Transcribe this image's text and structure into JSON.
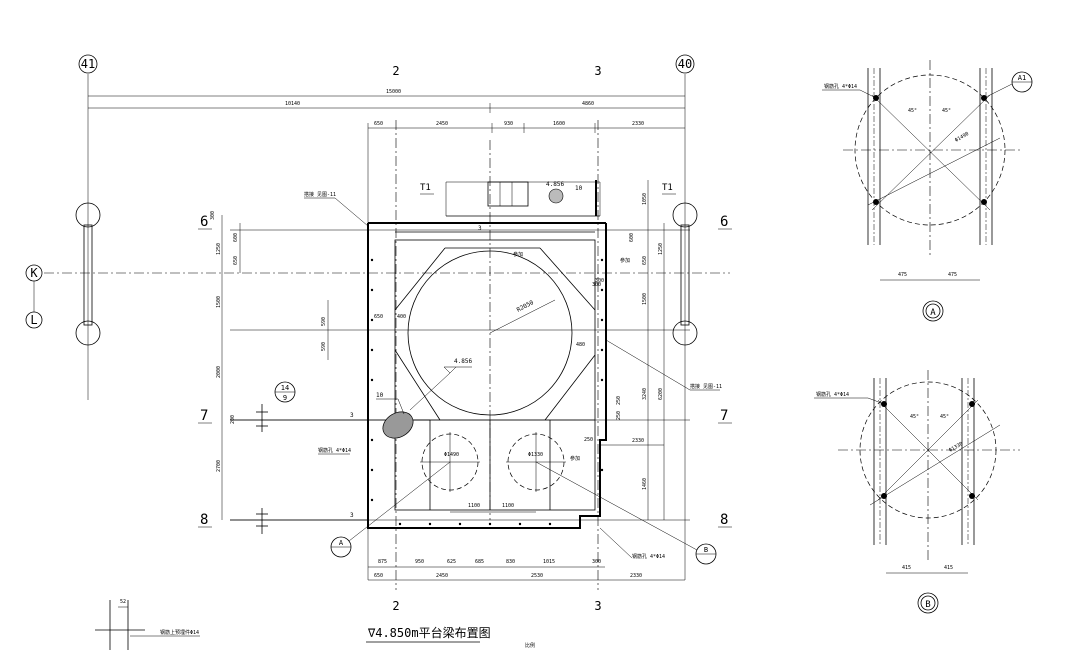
{
  "axes": {
    "col_41": "41",
    "col_40": "40",
    "col_2": "2",
    "col_3": "3",
    "row_6": "6",
    "row_7": "7",
    "row_8": "8",
    "row_K": "K",
    "row_L": "L"
  },
  "dims_top": {
    "overall": "15000",
    "left_part": "10140",
    "right_part": "4860",
    "seg1": "650",
    "seg2": "2450",
    "seg3": "930",
    "seg4": "1600",
    "seg5": "2330"
  },
  "dims_bottom_inner": {
    "s1": "875",
    "s2": "950",
    "s3": "625",
    "s4": "685",
    "s5": "830",
    "s6": "1015",
    "s7": "300"
  },
  "dims_bottom": {
    "s1": "650",
    "s2": "2450",
    "s3": "2530",
    "s4": "2330"
  },
  "dims_left": {
    "d300": "300",
    "d1250": "1250",
    "d600": "600",
    "d650": "650",
    "d1500": "1500",
    "d590a": "590",
    "d590b": "590",
    "d2000": "2000",
    "d200": "200",
    "d2700": "2700"
  },
  "dims_right": {
    "d1050": "1050",
    "d600": "600",
    "d650": "650",
    "d1250": "1250",
    "d1500": "1500",
    "d3240": "3240",
    "d6200": "6200",
    "d1460": "1460",
    "d2330": "2330",
    "d250a": "250",
    "d250b": "250",
    "d250c": "250",
    "d300": "300"
  },
  "labels": {
    "beam_note_top": "搭接 见图-11",
    "beam_note_right": "搭接 见图-11",
    "beam_num": "3",
    "radius": "R2050",
    "elev_main": "4.856",
    "elev_stair": "4.856",
    "hatch_num": "10",
    "hatch_num2": "10",
    "section_T1": "T1",
    "callout_14": "14",
    "callout_9": "9",
    "dim_650": "650",
    "dim_400": "400",
    "dim_480": "480",
    "dim_300": "300",
    "dim_1100a": "1100",
    "dim_1100b": "1100",
    "rebar_left": "钢筋孔 4*Φ14",
    "rebar_right": "钢筋孔 4*Φ14",
    "circle_left": "Φ1490",
    "circle_right": "Φ1330",
    "ref_note": "参加",
    "ref_note2": "参加",
    "ref_note3": "参加",
    "mark_A": "A",
    "mark_B": "B"
  },
  "title": "∇4.850m平台梁布置图",
  "title_sub": "比例",
  "detail_A": {
    "rebar": "钢筋孔 4*Φ14",
    "dia": "Φ1490",
    "angle1": "45°",
    "angle2": "45°",
    "dim1": "475",
    "dim2": "475",
    "tag": "A",
    "ref": "A1"
  },
  "detail_B": {
    "rebar": "钢筋孔 4*Φ14",
    "dia": "Φ1330",
    "angle1": "45°",
    "angle2": "45°",
    "dim1": "415",
    "dim2": "415",
    "tag": "B"
  },
  "bottom_detail": {
    "dim": "52",
    "note": "钢筋上预埋件Φ14"
  }
}
